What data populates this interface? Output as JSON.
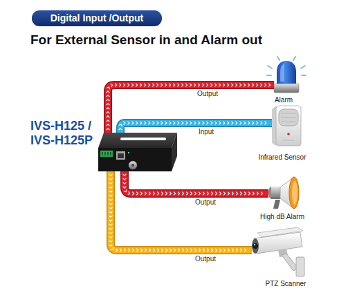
{
  "diagram": {
    "title": "For External Sensor in and Alarm out",
    "nodes": [
      {
        "text": [
          "Digital Input /Output"
        ]
      },
      {
        "text": [
          "IVS-H125 / IVS-H125P"
        ]
      },
      {
        "text": [
          "Alarm"
        ]
      },
      {
        "text": [
          "Infrared Sensor"
        ]
      },
      {
        "text": [
          "High dB Alarm"
        ]
      },
      {
        "text": [
          "PTZ Scanner"
        ]
      }
    ],
    "edges": [
      {
        "from": 1,
        "to": 2,
        "label": "Output",
        "arrow": "none"
      },
      {
        "from": 3,
        "to": 1,
        "label": "Input",
        "arrow": "none"
      },
      {
        "from": 1,
        "to": 4,
        "label": "Output",
        "arrow": "none"
      },
      {
        "from": 1,
        "to": 5,
        "label": "Output",
        "arrow": "none"
      }
    ]
  }
}
